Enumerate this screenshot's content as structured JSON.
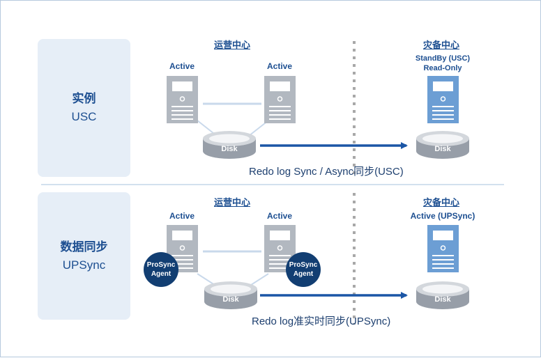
{
  "usc": {
    "label_zh": "实例",
    "label_en": "USC",
    "ops_center": "运营中心",
    "dr_center": "灾备中心",
    "active_left": "Active",
    "active_right": "Active",
    "standby_line1": "StandBy (USC)",
    "standby_line2": "Read-Only",
    "disk_main": "Disk",
    "disk_dr": "Disk",
    "caption": "Redo log Sync / Async同步(USC)"
  },
  "upsync": {
    "label_zh": "数据同步",
    "label_en": "UPSync",
    "ops_center": "运营中心",
    "dr_center": "灾备中心",
    "active_left": "Active",
    "active_right": "Active",
    "dr_status": "Active (UPSync)",
    "agent_left_line1": "ProSync",
    "agent_left_line2": "Agent",
    "agent_right_line1": "ProSync",
    "agent_right_line2": "Agent",
    "disk_main": "Disk",
    "disk_dr": "Disk",
    "caption": "Redo log准实时同步(UPSync)"
  },
  "colors": {
    "server_gray": "#b2b8c0",
    "server_blue": "#6c9ed4",
    "arrow": "#1b56a6",
    "agent_circle": "#123e72",
    "label_bg": "#e6eef7",
    "text_blue": "#1d4f91"
  }
}
